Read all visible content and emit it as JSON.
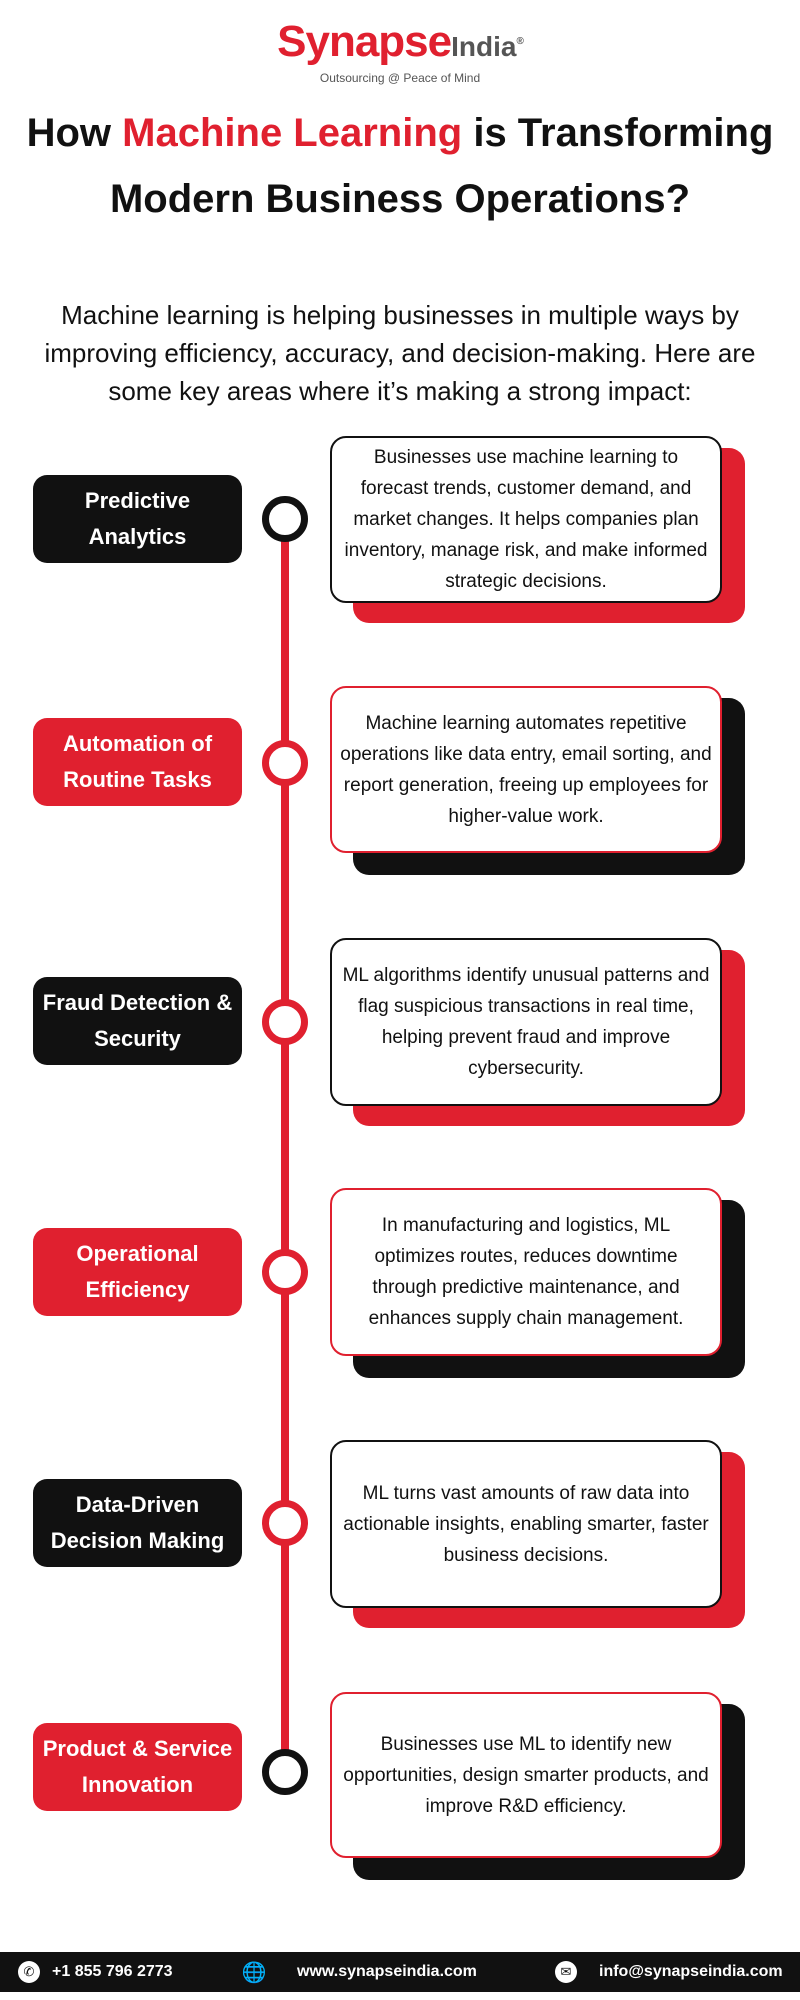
{
  "logo": {
    "brand": "Synapse",
    "brand_suffix": "India",
    "reg_mark": "®",
    "tagline": "Outsourcing @ Peace of Mind"
  },
  "title": {
    "part1": "How ",
    "accent": "Machine Learning",
    "part2": " is Transforming",
    "line2": "Modern Business Operations?"
  },
  "intro": {
    "text": "Machine learning is helping businesses in multiple ways by improving efficiency, accuracy, and decision-making. Here are some key areas where it’s making a strong impact:"
  },
  "items": [
    {
      "label": "Predictive Analytics",
      "description": "Businesses use machine learning to forecast trends, customer demand, and market changes. It helps companies plan inventory, manage risk, and make informed strategic decisions."
    },
    {
      "label": "Automation of Routine Tasks",
      "description": "Machine learning automates repetitive operations like data entry, email sorting, and report generation, freeing up employees for higher-value work."
    },
    {
      "label": "Fraud Detection & Security",
      "description": "ML algorithms identify unusual patterns and flag suspicious transactions in real time, helping prevent fraud and improve cybersecurity."
    },
    {
      "label": "Operational Efficiency",
      "description": "In manufacturing and logistics, ML optimizes routes, reduces downtime through predictive maintenance, and enhances supply chain management."
    },
    {
      "label": "Data-Driven Decision Making",
      "description": "ML turns vast amounts of raw data into actionable insights, enabling smarter, faster business decisions."
    },
    {
      "label": "Product & Service Innovation",
      "description": "Businesses use ML to identify new opportunities, design smarter products, and improve R&D efficiency."
    }
  ],
  "footer": {
    "phone": "+1 855 796 2773",
    "website": "www.synapseindia.com",
    "email": "info@synapseindia.com",
    "phone_icon": "phone-icon",
    "globe_icon": "globe-icon",
    "email_icon": "envelope-icon"
  },
  "colors": {
    "accent": "#e0202f",
    "dark": "#111111",
    "background": "#ffffff"
  }
}
